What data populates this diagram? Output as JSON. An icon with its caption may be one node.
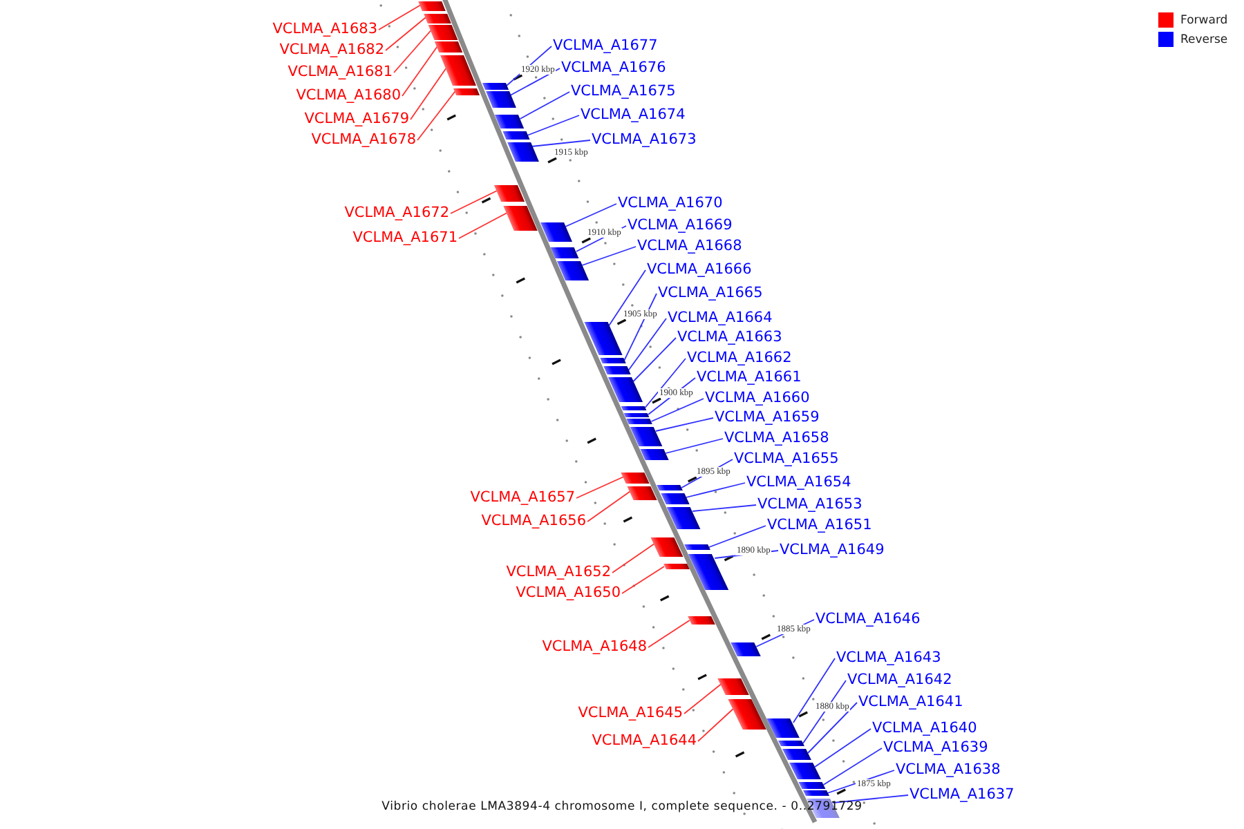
{
  "diagram": {
    "caption": "Vibrio cholerae LMA3894-4 chromosome I, complete sequence. - 0..2791729",
    "nodes": [
      {
        "text": [
          "VCLMA_A1683"
        ]
      },
      {
        "text": [
          "VCLMA_A1677"
        ]
      },
      {
        "text": [
          "VCLMA_A1682"
        ]
      },
      {
        "text": [
          "VCLMA_A1676"
        ]
      },
      {
        "text": [
          "VCLMA_A1681"
        ]
      },
      {
        "text": [
          "VCLMA_A1675"
        ]
      },
      {
        "text": [
          "VCLMA_A1680"
        ]
      },
      {
        "text": [
          "VCLMA_A1674"
        ]
      },
      {
        "text": [
          "VCLMA_A1679"
        ]
      },
      {
        "text": [
          "VCLMA_A1678"
        ]
      },
      {
        "text": [
          "VCLMA_A1673"
        ]
      },
      {
        "text": [
          "VCLMA_A1670"
        ]
      },
      {
        "text": [
          "VCLMA_A1672"
        ]
      },
      {
        "text": [
          "VCLMA_A1669"
        ]
      },
      {
        "text": [
          "VCLMA_A1671"
        ]
      },
      {
        "text": [
          "VCLMA_A1668"
        ]
      },
      {
        "text": [
          "VCLMA_A1666"
        ]
      },
      {
        "text": [
          "VCLMA_A1665"
        ]
      },
      {
        "text": [
          "VCLMA_A1664"
        ]
      },
      {
        "text": [
          "VCLMA_A1663"
        ]
      },
      {
        "text": [
          "VCLMA_A1662"
        ]
      },
      {
        "text": [
          "VCLMA_A1661"
        ]
      },
      {
        "text": [
          "VCLMA_A1660"
        ]
      },
      {
        "text": [
          "VCLMA_A1659"
        ]
      },
      {
        "text": [
          "VCLMA_A1658"
        ]
      },
      {
        "text": [
          "VCLMA_A1655"
        ]
      },
      {
        "text": [
          "VCLMA_A1654"
        ]
      },
      {
        "text": [
          "VCLMA_A1657"
        ]
      },
      {
        "text": [
          "VCLMA_A1653"
        ]
      },
      {
        "text": [
          "VCLMA_A1656"
        ]
      },
      {
        "text": [
          "VCLMA_A1651"
        ]
      },
      {
        "text": [
          "VCLMA_A1649"
        ]
      },
      {
        "text": [
          "VCLMA_A1652"
        ]
      },
      {
        "text": [
          "VCLMA_A1650"
        ]
      },
      {
        "text": [
          "VCLMA_A1646"
        ]
      },
      {
        "text": [
          "VCLMA_A1648"
        ]
      },
      {
        "text": [
          "VCLMA_A1643"
        ]
      },
      {
        "text": [
          "VCLMA_A1642"
        ]
      },
      {
        "text": [
          "VCLMA_A1641"
        ]
      },
      {
        "text": [
          "VCLMA_A1645"
        ]
      },
      {
        "text": [
          "VCLMA_A1640"
        ]
      },
      {
        "text": [
          "VCLMA_A1644"
        ]
      },
      {
        "text": [
          "VCLMA_A1639"
        ]
      },
      {
        "text": [
          "VCLMA_A1638"
        ]
      },
      {
        "text": [
          "VCLMA_A1637"
        ]
      },
      {
        "text": [],
        "shape": "bar"
      },
      {
        "text": [],
        "shape": "bar"
      },
      {
        "text": [],
        "shape": "bar"
      },
      {
        "text": [],
        "shape": "bar"
      },
      {
        "text": [],
        "shape": "bar"
      },
      {
        "text": [],
        "shape": "bar"
      },
      {
        "text": [],
        "shape": "bar"
      },
      {
        "text": [],
        "shape": "bar"
      },
      {
        "text": [],
        "shape": "bar"
      },
      {
        "text": [],
        "shape": "bar"
      },
      {
        "text": [],
        "shape": "bar"
      },
      {
        "text": [],
        "shape": "bar"
      },
      {
        "text": [],
        "shape": "bar"
      },
      {
        "text": [],
        "shape": "bar"
      },
      {
        "text": [],
        "shape": "bar"
      },
      {
        "text": [],
        "shape": "bar"
      },
      {
        "text": [],
        "shape": "bar"
      },
      {
        "text": [],
        "shape": "bar"
      },
      {
        "text": [],
        "shape": "bar"
      },
      {
        "text": [],
        "shape": "bar"
      },
      {
        "text": [],
        "shape": "bar"
      },
      {
        "text": [],
        "shape": "bar"
      },
      {
        "text": [],
        "shape": "bar"
      },
      {
        "text": [],
        "shape": "bar"
      },
      {
        "text": [],
        "shape": "bar"
      },
      {
        "text": [],
        "shape": "bar"
      },
      {
        "text": [],
        "shape": "bar"
      },
      {
        "text": [],
        "shape": "bar"
      },
      {
        "text": [],
        "shape": "bar"
      },
      {
        "text": [],
        "shape": "bar"
      },
      {
        "text": [],
        "shape": "bar"
      },
      {
        "text": [],
        "shape": "bar"
      },
      {
        "text": [],
        "shape": "bar"
      },
      {
        "text": [],
        "shape": "bar"
      },
      {
        "text": [],
        "shape": "bar"
      },
      {
        "text": [],
        "shape": "bar"
      },
      {
        "text": [],
        "shape": "bar"
      },
      {
        "text": [],
        "shape": "bar"
      },
      {
        "text": [],
        "shape": "bar"
      },
      {
        "text": [],
        "shape": "bar"
      },
      {
        "text": [],
        "shape": "bar"
      },
      {
        "text": [],
        "shape": "bar"
      },
      {
        "text": [],
        "shape": "bar"
      },
      {
        "text": [],
        "shape": "bar"
      },
      {
        "text": [],
        "shape": "bar"
      }
    ],
    "edges": [
      {
        "from": 0,
        "to": 45,
        "arrow": "none",
        "color": "#ff3030"
      },
      {
        "from": 1,
        "to": 50,
        "arrow": "none"
      },
      {
        "from": 2,
        "to": 46,
        "arrow": "none",
        "color": "#ff3030"
      },
      {
        "from": 3,
        "to": 52,
        "arrow": "none"
      },
      {
        "from": 4,
        "to": 47,
        "arrow": "none",
        "color": "#ff3030"
      },
      {
        "from": 5,
        "to": 53,
        "arrow": "none"
      },
      {
        "from": 6,
        "to": 48,
        "arrow": "none",
        "color": "#ff3030"
      },
      {
        "from": 7,
        "to": 54,
        "arrow": "none"
      },
      {
        "from": 8,
        "to": 49,
        "arrow": "none",
        "color": "#ff3030"
      },
      {
        "from": 9,
        "to": 51,
        "arrow": "none",
        "color": "#ff3030"
      },
      {
        "from": 10,
        "to": 55,
        "arrow": "none"
      },
      {
        "from": 11,
        "to": 58,
        "arrow": "none"
      },
      {
        "from": 12,
        "to": 56,
        "arrow": "none",
        "color": "#ff3030"
      },
      {
        "from": 13,
        "to": 59,
        "arrow": "none"
      },
      {
        "from": 14,
        "to": 57,
        "arrow": "none",
        "color": "#ff3030"
      },
      {
        "from": 15,
        "to": 60,
        "arrow": "none"
      },
      {
        "from": 16,
        "to": 61,
        "arrow": "none"
      },
      {
        "from": 17,
        "to": 62,
        "arrow": "none"
      },
      {
        "from": 18,
        "to": 63,
        "arrow": "none"
      },
      {
        "from": 19,
        "to": 64,
        "arrow": "none"
      },
      {
        "from": 20,
        "to": 65,
        "arrow": "none"
      },
      {
        "from": 21,
        "to": 66,
        "arrow": "none"
      },
      {
        "from": 22,
        "to": 67,
        "arrow": "none"
      },
      {
        "from": 23,
        "to": 68,
        "arrow": "none"
      },
      {
        "from": 24,
        "to": 69,
        "arrow": "none"
      },
      {
        "from": 25,
        "to": 71,
        "arrow": "none"
      },
      {
        "from": 26,
        "to": 73,
        "arrow": "none"
      },
      {
        "from": 27,
        "to": 70,
        "arrow": "none",
        "color": "#ff3030"
      },
      {
        "from": 28,
        "to": 74,
        "arrow": "none"
      },
      {
        "from": 29,
        "to": 72,
        "arrow": "none",
        "color": "#ff3030"
      },
      {
        "from": 30,
        "to": 76,
        "arrow": "none"
      },
      {
        "from": 31,
        "to": 78,
        "arrow": "none"
      },
      {
        "from": 32,
        "to": 75,
        "arrow": "none",
        "color": "#ff3030"
      },
      {
        "from": 33,
        "to": 77,
        "arrow": "none",
        "color": "#ff3030"
      },
      {
        "from": 34,
        "to": 80,
        "arrow": "none"
      },
      {
        "from": 35,
        "to": 79,
        "arrow": "none",
        "color": "#ff3030"
      },
      {
        "from": 36,
        "to": 83,
        "arrow": "none"
      },
      {
        "from": 37,
        "to": 84,
        "arrow": "none"
      },
      {
        "from": 38,
        "to": 85,
        "arrow": "none"
      },
      {
        "from": 39,
        "to": 81,
        "arrow": "none",
        "color": "#ff3030"
      },
      {
        "from": 40,
        "to": 86,
        "arrow": "none"
      },
      {
        "from": 41,
        "to": 82,
        "arrow": "none",
        "color": "#ff3030"
      },
      {
        "from": 42,
        "to": 87,
        "arrow": "none"
      },
      {
        "from": 43,
        "to": 88,
        "arrow": "none"
      },
      {
        "from": 44,
        "to": 89,
        "arrow": "none"
      }
    ],
    "labels": [
      "1920 kbp",
      "1915 kbp",
      "1910 kbp",
      "1905 kbp",
      "1900 kbp",
      "1895 kbp",
      "1890 kbp",
      "1885 kbp",
      "1880 kbp",
      "1875 kbp"
    ],
    "legend": [
      {
        "text": "Forward",
        "color": "#ff0000"
      },
      {
        "text": "Reverse",
        "color": "#0000ff"
      }
    ]
  }
}
